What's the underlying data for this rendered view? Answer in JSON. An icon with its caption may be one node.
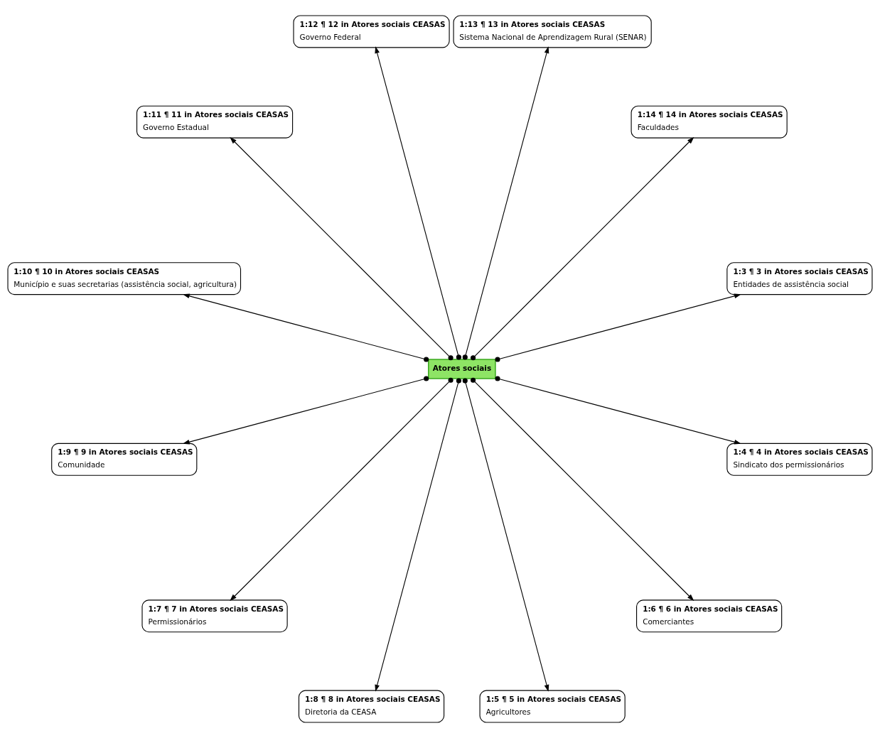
{
  "diagram": {
    "nodes": [
      {
        "text": [
          "Atores sociais"
        ]
      },
      {
        "text": [
          "1:3 ¶ 3 in Atores sociais CEASAS",
          "Entidades de assistência social"
        ]
      },
      {
        "text": [
          "1:14 ¶ 14 in Atores sociais CEASAS",
          "Faculdades"
        ]
      },
      {
        "text": [
          "1:13 ¶ 13 in Atores sociais CEASAS",
          "Sistema Nacional de Aprendizagem Rural (SENAR)"
        ]
      },
      {
        "text": [
          "1:12 ¶ 12 in Atores sociais CEASAS",
          "Governo Federal"
        ]
      },
      {
        "text": [
          "1:11 ¶ 11 in Atores sociais CEASAS",
          "Governo Estadual"
        ]
      },
      {
        "text": [
          "1:10 ¶ 10 in Atores sociais CEASAS",
          "Município e suas secretarias (assistência social, agricultura)"
        ]
      },
      {
        "text": [
          "1:9 ¶ 9 in Atores sociais CEASAS",
          "Comunidade"
        ]
      },
      {
        "text": [
          "1:7 ¶ 7 in Atores sociais CEASAS",
          "Permissionários"
        ]
      },
      {
        "text": [
          "1:8 ¶ 8 in Atores sociais CEASAS",
          "Diretoria da CEASA"
        ]
      },
      {
        "text": [
          "1:5 ¶ 5 in Atores sociais CEASAS",
          "Agricultores"
        ]
      },
      {
        "text": [
          "1:6 ¶ 6 in Atores sociais CEASAS",
          "Comerciantes"
        ]
      },
      {
        "text": [
          "1:4 ¶ 4 in Atores sociais CEASAS",
          "Sindicato dos permissionários"
        ]
      }
    ],
    "edges": [
      {
        "from": 0,
        "to": 1,
        "arrow": "to"
      },
      {
        "from": 0,
        "to": 2,
        "arrow": "to"
      },
      {
        "from": 0,
        "to": 3,
        "arrow": "to"
      },
      {
        "from": 0,
        "to": 4,
        "arrow": "to"
      },
      {
        "from": 0,
        "to": 5,
        "arrow": "to"
      },
      {
        "from": 0,
        "to": 6,
        "arrow": "to"
      },
      {
        "from": 0,
        "to": 7,
        "arrow": "to"
      },
      {
        "from": 0,
        "to": 8,
        "arrow": "to"
      },
      {
        "from": 0,
        "to": 9,
        "arrow": "to"
      },
      {
        "from": 0,
        "to": 10,
        "arrow": "to"
      },
      {
        "from": 0,
        "to": 11,
        "arrow": "to"
      },
      {
        "from": 0,
        "to": 12,
        "arrow": "to"
      }
    ]
  }
}
